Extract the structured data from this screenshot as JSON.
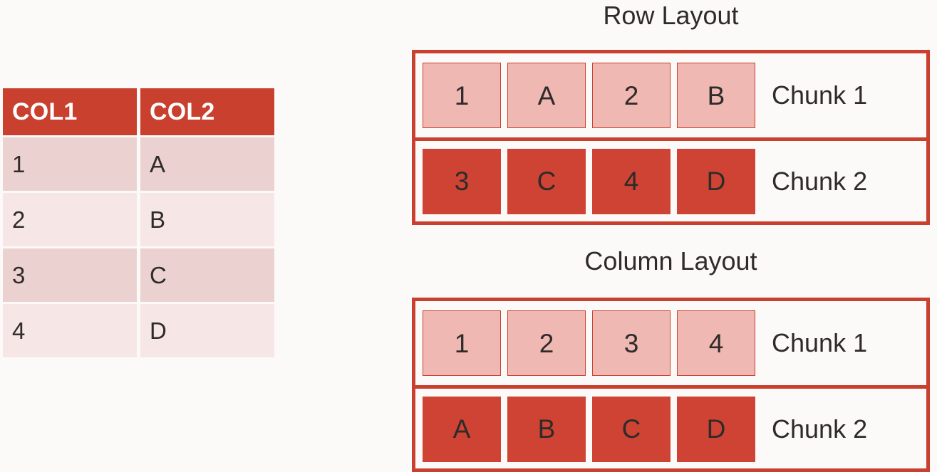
{
  "background_color": "#FCFAF8",
  "accent_color": "#C9402F",
  "colors": {
    "header_fill": "#C9402F",
    "row_shade_dark": "#EBD2D0",
    "row_shade_light": "#F6E7E6",
    "box_light_fill": "#EFB8B2",
    "box_dark_fill": "#CE4334",
    "text": "#2E2B29",
    "header_text": "#FFFFFF"
  },
  "source_table": {
    "columns": [
      "COL1",
      "COL2"
    ],
    "rows": [
      [
        "1",
        "A"
      ],
      [
        "2",
        "B"
      ],
      [
        "3",
        "C"
      ],
      [
        "4",
        "D"
      ]
    ]
  },
  "row_layout": {
    "title": "Row Layout",
    "chunks": [
      {
        "label": "Chunk 1",
        "style": "light",
        "cells": [
          "1",
          "A",
          "2",
          "B"
        ]
      },
      {
        "label": "Chunk 2",
        "style": "dark",
        "cells": [
          "3",
          "C",
          "4",
          "D"
        ]
      }
    ]
  },
  "column_layout": {
    "title": "Column Layout",
    "chunks": [
      {
        "label": "Chunk 1",
        "style": "light",
        "cells": [
          "1",
          "2",
          "3",
          "4"
        ]
      },
      {
        "label": "Chunk 2",
        "style": "dark",
        "cells": [
          "A",
          "B",
          "C",
          "D"
        ]
      }
    ]
  }
}
